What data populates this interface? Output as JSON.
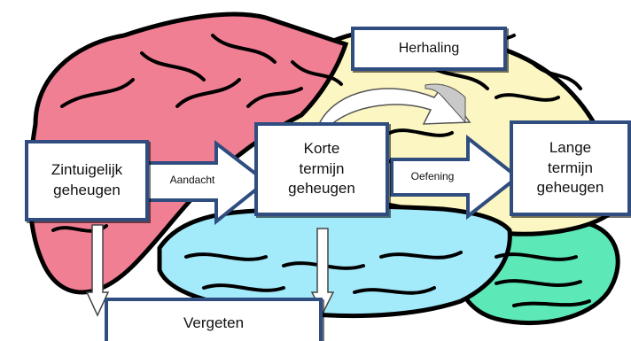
{
  "diagram": {
    "boxes": {
      "zintuigelijk": "Zintuigelijk\ngeheugen",
      "korte": "Korte\ntermijn\ngeheugen",
      "lange": "Lange\ntermijn\ngeheugen",
      "herhaling": "Herhaling",
      "vergeten": "Vergeten"
    },
    "arrows": {
      "aandacht": "Aandacht",
      "oefening": "Oefening"
    },
    "colors": {
      "frontal_lobe": "#f07f93",
      "parietal_lobe": "#fbf6c2",
      "temporal_lobe": "#a3eafb",
      "cerebellum": "#5de8b8",
      "box_border": "#2f4d7f",
      "rehearsal_arrow": "#c9c9c9"
    }
  }
}
